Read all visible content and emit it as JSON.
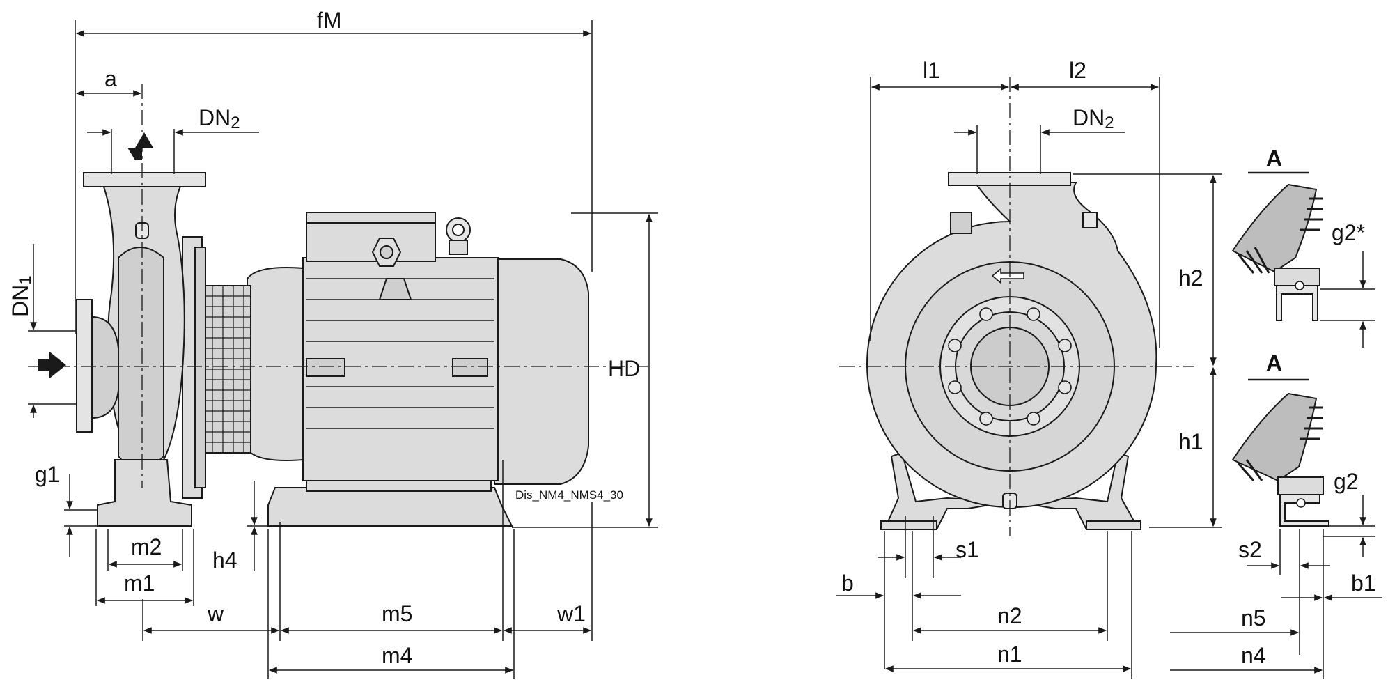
{
  "labels": {
    "fM": "fM",
    "a": "a",
    "DN2": "DN",
    "DN2_sub": "2",
    "DN1": "DN",
    "DN1_sub": "1",
    "HD": "HD",
    "g1": "g1",
    "m2": "m2",
    "m1": "m1",
    "h4": "h4",
    "w": "w",
    "m5": "m5",
    "w1": "w1",
    "m4": "m4",
    "dis": "Dis_NM4_NMS4_30",
    "l1": "l1",
    "l2": "l2",
    "DN2_right": "DN",
    "DN2_right_sub": "2",
    "h2": "h2",
    "h1": "h1",
    "s1": "s1",
    "b": "b",
    "n2": "n2",
    "n1": "n1",
    "A_top": "A",
    "A_bottom": "A",
    "g2star": "g2*",
    "g2": "g2",
    "s2": "s2",
    "b1": "b1",
    "n5": "n5",
    "n4": "n4"
  },
  "colors": {
    "line": "#1a1a1a",
    "fill": "#dcdcdc",
    "fill_dark": "#bdbdbd",
    "background": "#ffffff"
  }
}
